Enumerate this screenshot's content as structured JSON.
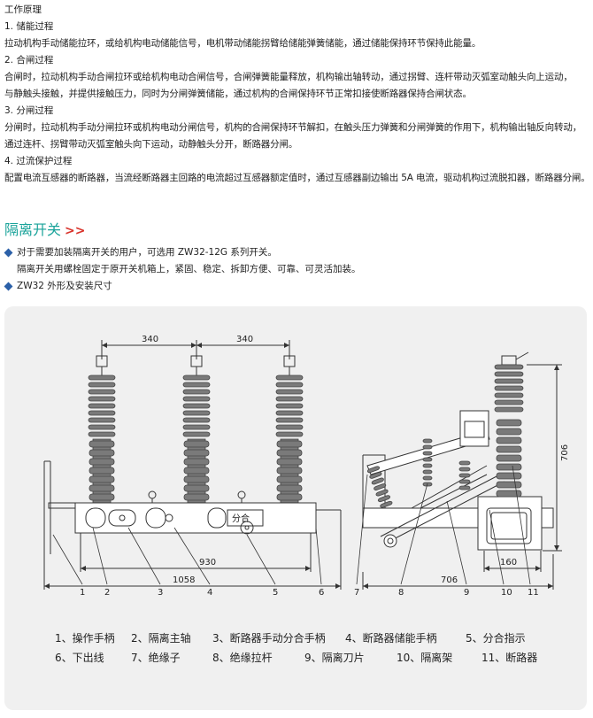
{
  "principle": {
    "title": "工作原理",
    "items": [
      {
        "heading": "1. 储能过程",
        "lines": [
          "拉动机构手动储能拉环，或给机构电动储能信号，电机带动储能拐臂给储能弹簧储能，通过储能保持环节保持此能量。"
        ]
      },
      {
        "heading": "2. 合闸过程",
        "lines": [
          "合闸时，拉动机构手动合闸拉环或给机构电动合闸信号，合闸弹簧能量释放，机构输出轴转动，通过拐臂、连杆带动灭弧室动触头向上运动，",
          "与静触头接触，并提供接触压力，同时为分闸弹簧储能，通过机构的合闸保持环节正常扣接使断路器保持合闸状态。"
        ]
      },
      {
        "heading": "3. 分闸过程",
        "lines": [
          "分闸时，拉动机构手动分闸拉环或机构电动分闸信号，机构的合闸保持环节解扣，在触头压力弹簧和分闸弹簧的作用下，机构输出轴反向转动，",
          "通过连杆、拐臂带动灭弧室触头向下运动，动静触头分开，断路器分闸。"
        ]
      },
      {
        "heading": "4. 过流保护过程",
        "lines": [
          "配置电流互感器的断路器，当流经断路器主回路的电流超过互感器额定值时，通过互感器副边输出 5A 电流，驱动机构过流脱扣器，断路器分闸。"
        ]
      }
    ]
  },
  "isolator": {
    "title": "隔离开关",
    "arrows": ">>",
    "bullet1": "对于需要加装隔离开关的用户，可选用 ZW32-12G 系列开关。",
    "bullet1_sub": "隔离开关用螺栓固定于原开关机箱上，紧固、稳定、拆卸方便、可靠、可灵活加装。",
    "bullet2": "ZW32 外形及安装尺寸"
  },
  "drawing": {
    "dims": {
      "pitch1": "340",
      "pitch2": "340",
      "inner": "930",
      "total": "1058",
      "side": "706",
      "height": "706",
      "base": "160"
    },
    "panel_text": "分合",
    "callouts": [
      "1",
      "2",
      "3",
      "4",
      "5",
      "6",
      "7",
      "8",
      "9",
      "10",
      "11"
    ]
  },
  "legend": {
    "rows": [
      [
        "1、操作手柄",
        "2、隔离主轴",
        "3、断路器手动分合手柄",
        "4、断路器储能手柄",
        "5、分合指示"
      ],
      [
        "6、下出线",
        "7、绝缘子",
        "8、绝缘拉杆",
        "9、隔离刀片",
        "10、隔离架",
        "11、断路器"
      ]
    ]
  },
  "colors": {
    "teal": "#1aa39a",
    "red": "#d9332b",
    "bullet": "#2b60a8",
    "card": "#f0f0f0"
  }
}
